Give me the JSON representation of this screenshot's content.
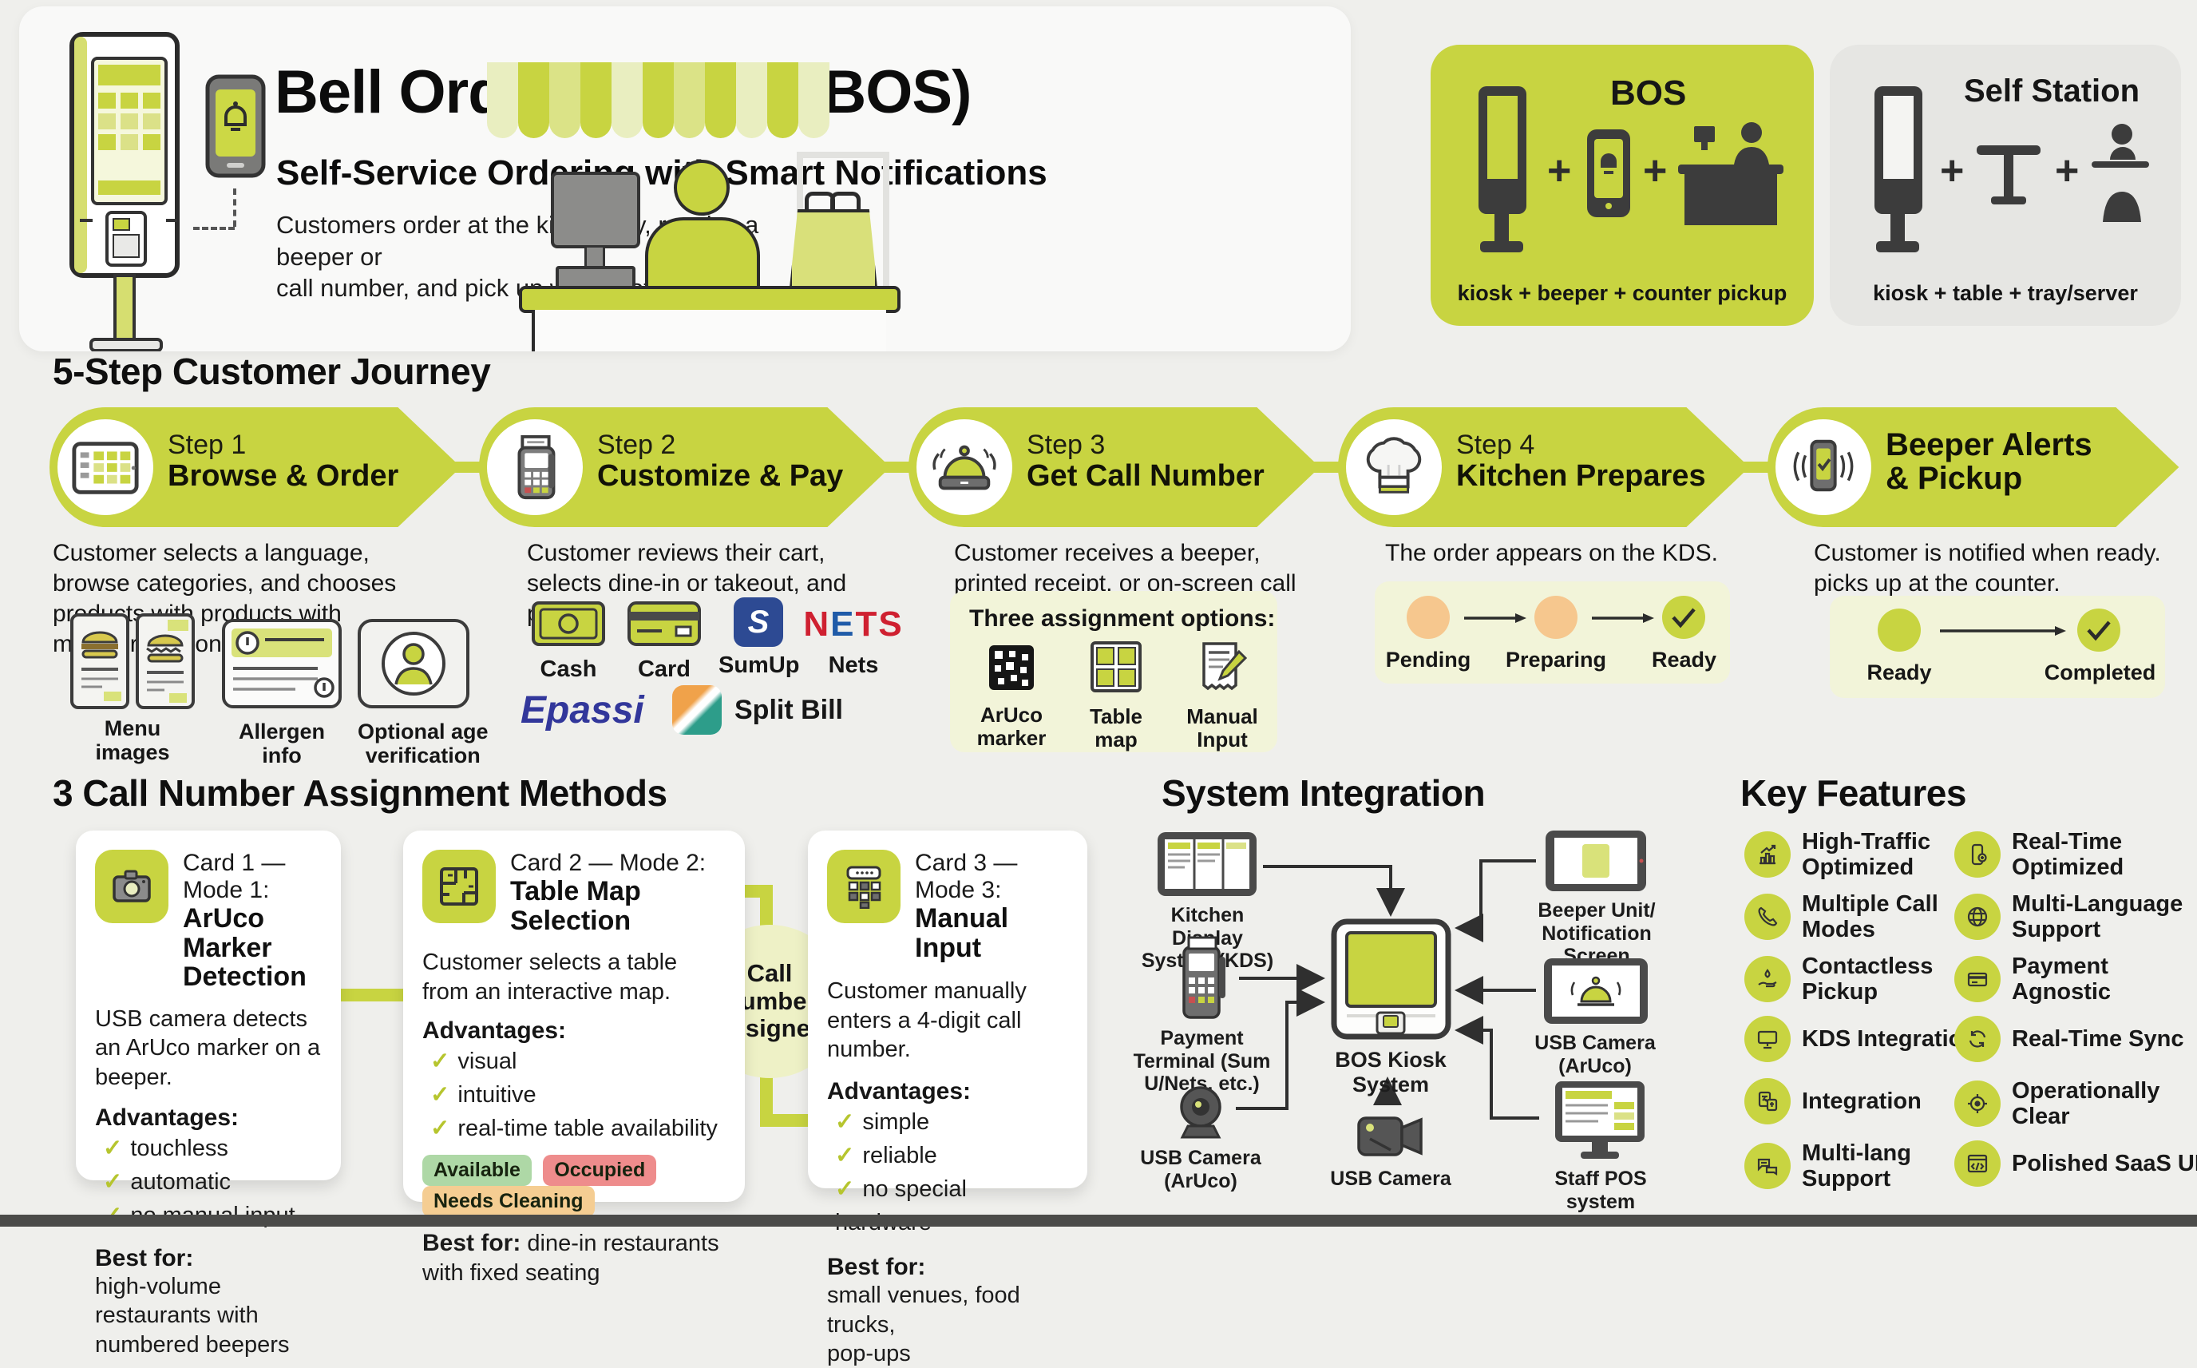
{
  "page": {
    "accent": "#c8d441",
    "pale": "#f2f4d9",
    "dark_icon": "#3c3c3c"
  },
  "header": {
    "title": "Bell Order System (BOS)",
    "subtitle": "Self-Service Ordering with Smart Notifications",
    "description": "Customers order at the kiosk, pay, receive a beeper or\ncall number, and pick up when notified.",
    "bos_card": {
      "title": "BOS",
      "plus": "+",
      "caption": "kiosk + beeper + counter pickup"
    },
    "self_card": {
      "title": "Self Station",
      "plus": "+",
      "caption": "kiosk + table + tray/server"
    }
  },
  "journey": {
    "heading": "5-Step Customer Journey",
    "steps": [
      {
        "label": "Step 1",
        "title": "Browse & Order",
        "description": "Customer selects a language, browse categories, and chooses products with products with modifiers/options."
      },
      {
        "label": "Step 2",
        "title": "Customize & Pay",
        "description": "Customer reviews their cart, selects dine-in or takeout, and pays."
      },
      {
        "label": "Step 3",
        "title": "Get Call Number",
        "description": "Customer receives a beeper, printed receipt, or on-screen call number."
      },
      {
        "label": "Step 4",
        "title": "Kitchen Prepares",
        "description": "The order appears on the KDS."
      },
      {
        "label": "",
        "title": "Beeper Alerts\n& Pickup",
        "description": "Customer is notified when ready.\npicks up at the counter."
      }
    ]
  },
  "step1_widgets": {
    "menu_label": "Menu\nimages",
    "allergen_label": "Allergen\ninfo",
    "age_label": "Optional age\nverification"
  },
  "payments": {
    "cash": "Cash",
    "card": "Card",
    "sumup": "SumUp",
    "nets": "Nets",
    "sumup_logo": "S",
    "nets_logo": {
      "n": "N",
      "e": "E",
      "ts": "TS"
    },
    "epassi_logo": "Epassi",
    "splitbill": "Split Bill"
  },
  "assignment_options": {
    "heading": "Three assignment options:",
    "options": [
      "ArUco\nmarker",
      "Table map",
      "Manual\nInput"
    ]
  },
  "kds_statuses": [
    "Pending",
    "Preparing",
    "Ready"
  ],
  "pickup_statuses": [
    "Ready",
    "Completed"
  ],
  "methods": {
    "heading": "3 Call Number Assignment Methods",
    "connector_label": "Call\nNumber\nAssigned",
    "cards": [
      {
        "kicker": "Card 1 — Mode 1:",
        "title": "ArUco Marker\nDetection",
        "description": "USB camera detects an ArUco marker on a beeper.",
        "advantages_label": "Advantages:",
        "advantages": [
          "touchless",
          "automatic",
          "no manual input"
        ],
        "best_label": "Best for:",
        "best": "high-volume restaurants with numbered beepers"
      },
      {
        "kicker": "Card 2 — Mode 2:",
        "title": "Table Map Selection",
        "description": "Customer selects a table from an interactive map.",
        "advantages_label": "Advantages:",
        "advantages": [
          "visual",
          "intuitive",
          "real-time table availability"
        ],
        "pills": [
          "Available",
          "Occupied",
          "Needs Cleaning"
        ],
        "best_label": "Best for:",
        "best": "dine-in restaurants with fixed seating"
      },
      {
        "kicker": "Card 3 — Mode 3:",
        "title": "Manual Input",
        "description": "Customer manually enters a 4-digit call number.",
        "advantages_label": "Advantages:",
        "advantages": [
          "simple",
          "reliable",
          "no special hardware"
        ],
        "best_label": "Best for:",
        "best": "small venues, food trucks,\npop-ups"
      }
    ]
  },
  "integration": {
    "heading": "System Integration",
    "nodes": {
      "kds": "Kitchen Display\nSystem (KDS)",
      "payment": "Payment\nTerminal (Sum\nU/Nets, etc.)",
      "usb_cam_left": "USB Camera\n(ArUco)",
      "usb_cam_bottom": "USB Camera",
      "kiosk": "BOS Kiosk\nSystem",
      "beeper": "Beeper Unit/\nNotification Screen",
      "usb_cam_right": "USB Camera\n(ArUco)",
      "pos": "Staff POS\nsystem"
    }
  },
  "features": {
    "heading": "Key Features",
    "items": [
      {
        "icon": "bar-chart-icon",
        "label": "High-Traffic\nOptimized"
      },
      {
        "icon": "phone-call-icon",
        "label": "Multiple Call\nModes"
      },
      {
        "icon": "contactless-hand-icon",
        "label": "Contactless\nPickup"
      },
      {
        "icon": "monitor-icon",
        "label": "KDS Integration"
      },
      {
        "icon": "translate-doc-icon",
        "label": "Integration"
      },
      {
        "icon": "chat-bubbles-icon",
        "label": "Multi-lang\nSupport"
      },
      {
        "icon": "phone-tap-icon",
        "label": "Real-Time\nOptimized"
      },
      {
        "icon": "globe-icon",
        "label": "Multi-Language\nSupport"
      },
      {
        "icon": "credit-card-icon",
        "label": "Payment Agnostic"
      },
      {
        "icon": "sync-arrows-icon",
        "label": "Real-Time Sync"
      },
      {
        "icon": "target-icon",
        "label": "Operationally Clear"
      },
      {
        "icon": "code-window-icon",
        "label": "Polished SaaS UI"
      }
    ]
  }
}
